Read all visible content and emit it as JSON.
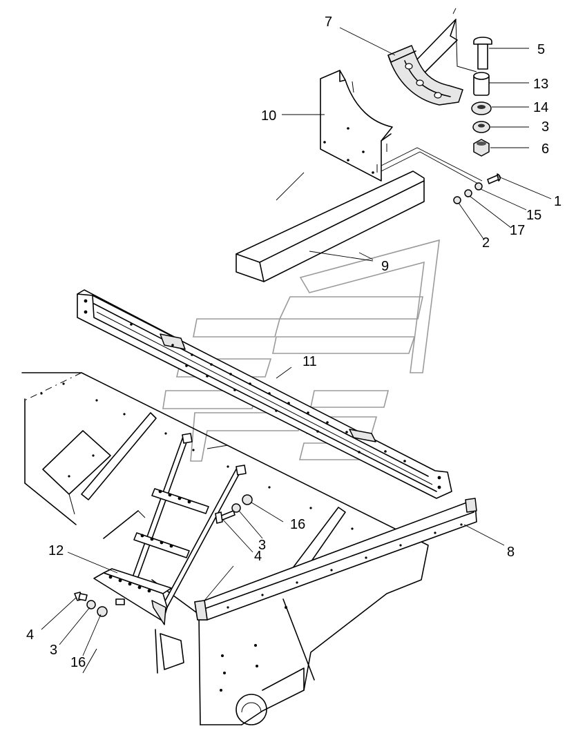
{
  "callouts": [
    {
      "id": "c7",
      "label": "7"
    },
    {
      "id": "c5",
      "label": "5"
    },
    {
      "id": "c13",
      "label": "13"
    },
    {
      "id": "c14",
      "label": "14"
    },
    {
      "id": "c3a",
      "label": "3"
    },
    {
      "id": "c6",
      "label": "6"
    },
    {
      "id": "c10",
      "label": "10"
    },
    {
      "id": "c1",
      "label": "1"
    },
    {
      "id": "c15",
      "label": "15"
    },
    {
      "id": "c17",
      "label": "17"
    },
    {
      "id": "c2",
      "label": "2"
    },
    {
      "id": "c9",
      "label": "9"
    },
    {
      "id": "c11",
      "label": "11"
    },
    {
      "id": "c16a",
      "label": "16"
    },
    {
      "id": "c3b",
      "label": "3"
    },
    {
      "id": "c4a",
      "label": "4"
    },
    {
      "id": "c8",
      "label": "8"
    },
    {
      "id": "c12",
      "label": "12"
    },
    {
      "id": "c4b",
      "label": "4"
    },
    {
      "id": "c3c",
      "label": "3"
    },
    {
      "id": "c16b",
      "label": "16"
    }
  ]
}
